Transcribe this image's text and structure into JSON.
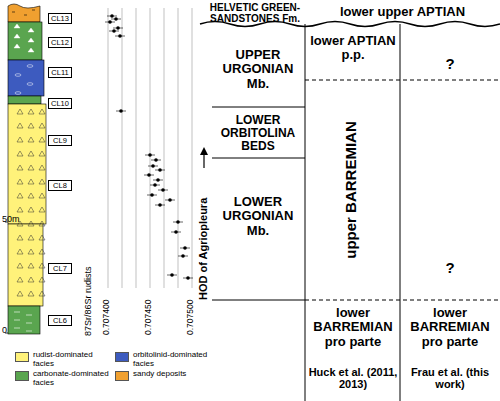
{
  "diagram": {
    "nodes": [
      {
        "text": [
          "CL13"
        ]
      },
      {
        "text": [
          "CL12"
        ]
      },
      {
        "text": [
          "CL11"
        ]
      },
      {
        "text": [
          "CL10"
        ]
      },
      {
        "text": [
          "CL9"
        ]
      },
      {
        "text": [
          "CL8"
        ]
      },
      {
        "text": [
          "CL7"
        ]
      },
      {
        "text": [
          "CL6"
        ]
      }
    ],
    "labels": [
      "50m",
      "0",
      "0.707400",
      "0.707450",
      "0.707500",
      "87Sr/86Sr rudists",
      "HOD of Agriopleura",
      "HELVETIC GREEN-SANDSTONES Fm.",
      "lower upper APTIAN",
      "UPPER URGONIAN Mb.",
      "LOWER ORBITOLINA BEDS",
      "LOWER URGONIAN Mb.",
      "lower APTIAN p.p.",
      "upper BARREMIAN",
      "lower BARREMIAN pro parte",
      "?",
      "?",
      "lower BARREMIAN pro parte",
      "Huck et al. (2011, 2013)",
      "Frau et al. (this work)"
    ],
    "legend": [
      {
        "text": "rudist-dominated facies",
        "color": "#fff27a"
      },
      {
        "text": "orbitolinid-dominated facies",
        "color": "#3d5bbf"
      },
      {
        "text": "carbonate-dominated facies",
        "color": "#5aa54f"
      },
      {
        "text": "sandy deposits",
        "color": "#f0a030"
      }
    ]
  }
}
